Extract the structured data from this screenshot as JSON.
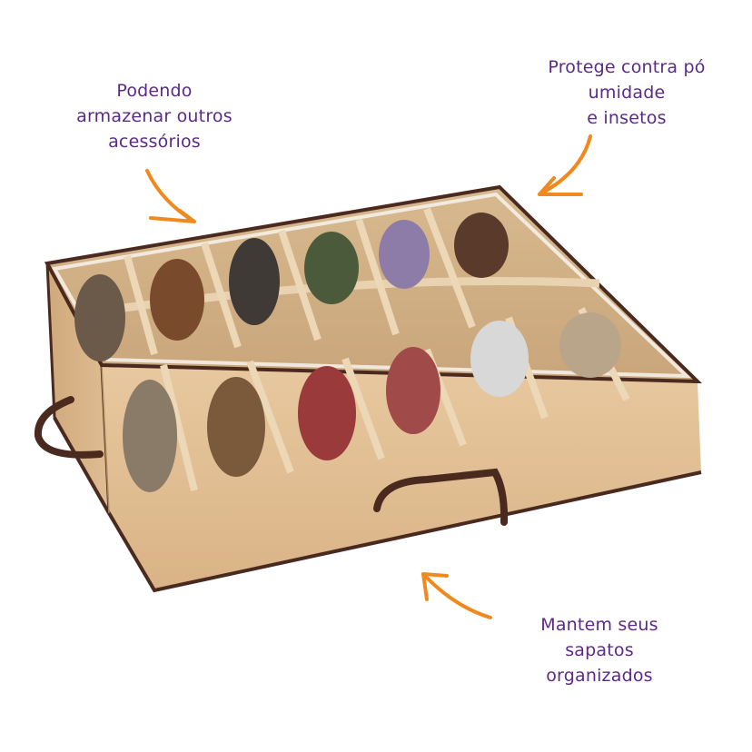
{
  "callouts": {
    "top_left": {
      "lines": [
        "Podendo",
        "armazenar outros",
        "acessórios"
      ]
    },
    "top_right": {
      "lines": [
        "Protege contra pó",
        "umidade",
        "e insetos"
      ]
    },
    "bottom_right": {
      "lines": [
        "Mantem seus",
        "sapatos",
        "organizados"
      ]
    }
  },
  "colors": {
    "text": "#5b2a86",
    "arrow": "#f08a1e",
    "fabric": "#e5c49a",
    "piping": "#4a2a1f"
  },
  "icons": {
    "arrow": "curved-arrow-icon",
    "handle": "strap-handle"
  }
}
